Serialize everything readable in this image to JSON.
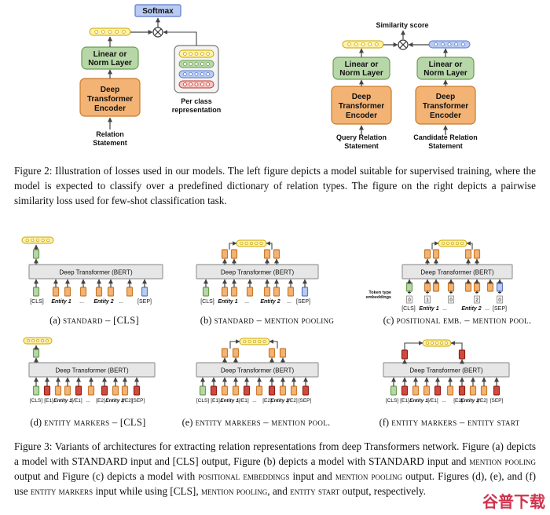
{
  "fig2": {
    "softmax": "Softmax",
    "linear_norm": [
      "Linear or",
      "Norm Layer"
    ],
    "encoder": [
      "Deep",
      "Transformer",
      "Encoder"
    ],
    "relation_statement": [
      "Relation",
      "Statement"
    ],
    "per_class": [
      "Per class",
      "representation"
    ],
    "similarity_score": "Similarity score",
    "query_statement": [
      "Query Relation",
      "Statement"
    ],
    "candidate_statement": [
      "Candidate Relation",
      "Statement"
    ],
    "caption": "Figure 2: Illustration of losses used in our models. The left figure depicts a model suitable for supervised training, where the model is expected to classify over a predefined dictionary of relation types. The figure on the right depicts a pairwise similarity loss used for few-shot classification task."
  },
  "fig3": {
    "bert_label": "Deep Transformer (BERT)",
    "tokens_standard": [
      "[CLS]",
      "Entity 1",
      "...",
      "Entity 2",
      "...",
      "[SEP]"
    ],
    "tokens_markers": [
      "[CLS]",
      "[E1]",
      "Entity 1",
      "[/E1]",
      "...",
      "[E2]",
      "Entity 2",
      "[/E2]",
      "[SEP]"
    ],
    "token_type_label": [
      "Token type",
      "embeddings"
    ],
    "token_type_values": [
      "0",
      "1",
      "0",
      "2",
      "0"
    ],
    "subcaptions": {
      "a": {
        "prefix": "(a) ",
        "text": "standard – [CLS]"
      },
      "b": {
        "prefix": "(b) ",
        "text": "standard – mention pooling"
      },
      "c": {
        "prefix": "(c) ",
        "text": "positional emb. – mention pool."
      },
      "d": {
        "prefix": "(d) ",
        "text": "entity markers – [CLS]"
      },
      "e": {
        "prefix": "(e) ",
        "text": "entity markers – mention pool."
      },
      "f": {
        "prefix": "(f) ",
        "text": "entity markers – entity start"
      }
    },
    "caption_parts": [
      {
        "t": "Figure 3: Variants of architectures for extracting relation representations from deep Transformers network. Figure (a) depicts a model with STANDARD input and [CLS] output, Figure (b) depicts a model with STANDARD input and ",
        "sc": false
      },
      {
        "t": "mention pooling",
        "sc": true
      },
      {
        "t": " output and Figure (c) depicts a model with ",
        "sc": false
      },
      {
        "t": "positional embeddings",
        "sc": true
      },
      {
        "t": " input and ",
        "sc": false
      },
      {
        "t": "mention pooling",
        "sc": true
      },
      {
        "t": " output. Figures (d), (e), and (f) use ",
        "sc": false
      },
      {
        "t": "entity markers",
        "sc": true
      },
      {
        "t": " input while using [CLS], ",
        "sc": false
      },
      {
        "t": "mention pooling",
        "sc": true
      },
      {
        "t": ", and ",
        "sc": false
      },
      {
        "t": "entity start",
        "sc": true
      },
      {
        "t": " output, respectively.",
        "sc": false
      }
    ]
  },
  "watermark": "谷普下载",
  "colors": {
    "green": "#b7d7a8",
    "orange": "#f2b375",
    "yellow": "#fff2a8",
    "blue": "#b9cbf2",
    "red": "#d24a3e",
    "grey": "#e6e6e6"
  }
}
